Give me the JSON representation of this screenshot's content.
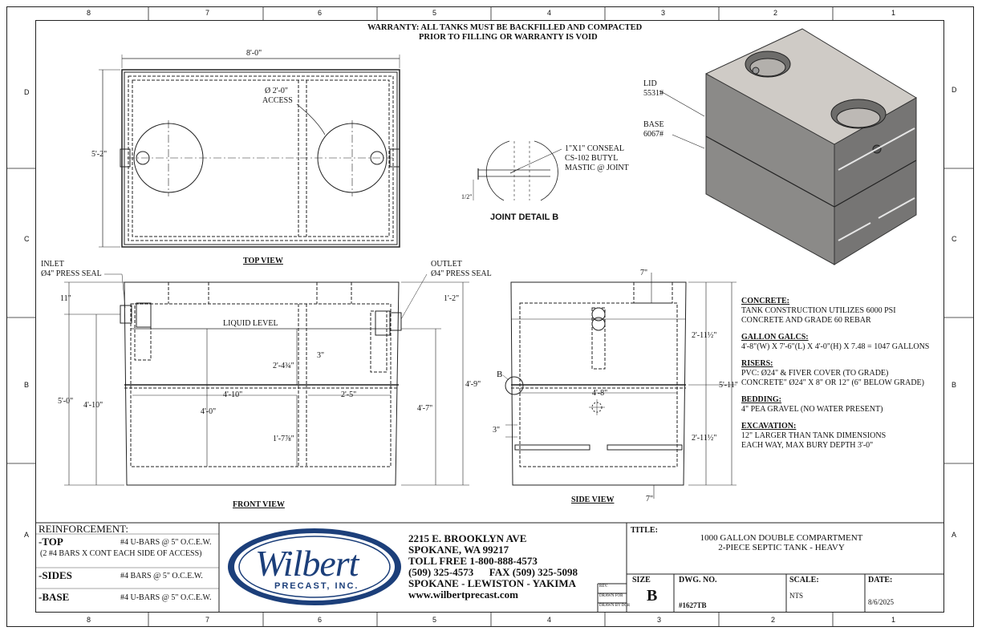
{
  "zones_top": [
    "8",
    "7",
    "6",
    "5",
    "4",
    "3",
    "2",
    "1"
  ],
  "zones_side": [
    "D",
    "C",
    "B",
    "A"
  ],
  "warranty": [
    "WARRANTY: ALL TANKS MUST BE BACKFILLED AND COMPACTED",
    "PRIOR TO FILLING OR WARRANTY IS VOID"
  ],
  "top_view": {
    "title": "TOP VIEW",
    "dim_width": "8'-0\"",
    "dim_height": "5'-2\"",
    "access_label": [
      "Ø 2'-0\"",
      "ACCESS"
    ]
  },
  "joint_detail": {
    "title": "JOINT DETAIL B",
    "note": [
      "1\"X1\" CONSEAL",
      "CS-102 BUTYL",
      "MASTIC @ JOINT"
    ],
    "dim": "1/2\""
  },
  "iso_view": {
    "lid_label": [
      "LID",
      "5531#"
    ],
    "base_label": [
      "BASE",
      "6067#"
    ]
  },
  "front_view": {
    "title": "FRONT VIEW",
    "inlet": [
      "INLET",
      "Ø4\" PRESS SEAL"
    ],
    "outlet": [
      "OUTLET",
      "Ø4\" PRESS SEAL"
    ],
    "liquid_level": "LIQUID LEVEL",
    "dims": {
      "d11": "11\"",
      "d12": "1'-2\"",
      "d50": "5'-0\"",
      "d410": "4'-10\"",
      "d40": "4'-0\"",
      "d2434": "2'-4¾\"",
      "d3": "3\"",
      "d410b": "4'-10\"",
      "d25": "2'-5\"",
      "d47": "4'-7\"",
      "d49": "4'-9\"",
      "d178": "1'-7⅞\""
    }
  },
  "side_view": {
    "title": "SIDE VIEW",
    "callout": "B",
    "dims": {
      "d7top": "7\"",
      "d211top": "2'-11½\"",
      "d511": "5'-11\"",
      "d211bot": "2'-11½\"",
      "d48": "4'-8\"",
      "d3": "3\"",
      "d7bot": "7\""
    }
  },
  "notes": [
    {
      "heading": "CONCRETE:",
      "lines": [
        "TANK CONSTRUCTION UTILIZES 6000 PSI",
        "CONCRETE AND GRADE 60 REBAR"
      ]
    },
    {
      "heading": "GALLON GALCS:",
      "lines": [
        "4'-8\"(W) X 7'-6\"(L) X 4'-0\"(H) X 7.48 = 1047 GALLONS"
      ]
    },
    {
      "heading": "RISERS:",
      "lines": [
        "PVC: Ø24\" & FIVER COVER (TO GRADE)",
        "CONCRETE\" Ø24\" X 8\" OR 12\" (6\" BELOW GRADE)"
      ]
    },
    {
      "heading": "BEDDING:",
      "lines": [
        "4\" PEA GRAVEL (NO WATER PRESENT)"
      ]
    },
    {
      "heading": "EXCAVATION:",
      "lines": [
        "12\" LARGER THAN TANK DIMENSIONS",
        "EACH WAY, MAX BURY DEPTH 3'-0\""
      ]
    }
  ],
  "reinforcement": {
    "heading": "REINFORCEMENT:",
    "top_label": "-TOP",
    "top_value": "#4 U-BARS @ 5\" O.C.E.W.",
    "top_sub": "(2 #4 BARS X CONT EACH SIDE OF ACCESS)",
    "sides_label": "-SIDES",
    "sides_value": "#4 BARS @ 5\" O.C.E.W.",
    "base_label": "-BASE",
    "base_value": "#4 U-BARS @ 5\" O.C.E.W."
  },
  "logo": {
    "name": "Wilbert",
    "sub": "PRECAST, INC."
  },
  "company": {
    "line1": "2215 E. BROOKLYN AVE",
    "line2": "SPOKANE, WA 99217",
    "line3": "TOLL FREE 1-800-888-4573",
    "line4": "(509) 325-4573      FAX (509) 325-5098",
    "line5": "SPOKANE - LEWISTON - YAKIMA",
    "line6": "www.wilbertprecast.com"
  },
  "rev_boxes": [
    "REV.",
    "DRAWN FOR",
    "DRAWN BY DCR"
  ],
  "title_block": {
    "title_label": "TITLE:",
    "title_line1": "1000 GALLON DOUBLE COMPARTMENT",
    "title_line2": "2-PIECE SEPTIC TANK - HEAVY",
    "size_label": "SIZE",
    "size_value": "B",
    "dwg_label": "DWG.  NO.",
    "dwg_value": "#1627TB",
    "scale_label": "SCALE:",
    "scale_value": "NTS",
    "date_label": "DATE:",
    "date_value": "8/6/2025"
  }
}
